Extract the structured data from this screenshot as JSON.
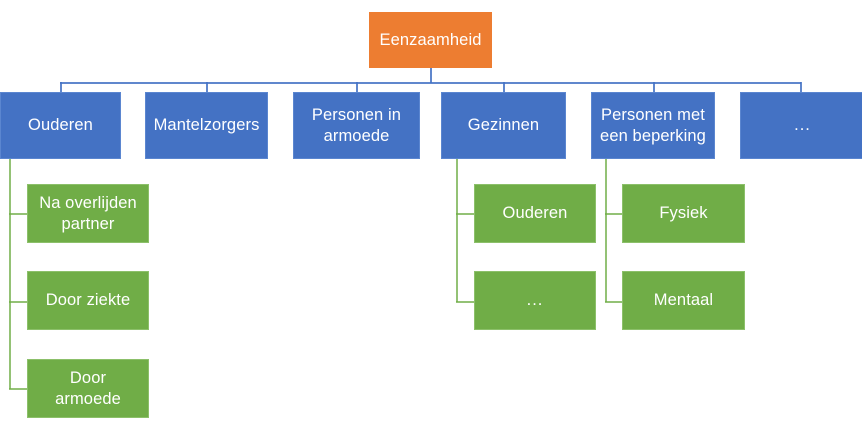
{
  "diagram": {
    "title": "Eenzaamheid hierarchy",
    "colors": {
      "root": "#ED7D31",
      "level1": "#4472C4",
      "level2": "#70AD47",
      "text": "#FFFFFF",
      "background": "#FFFFFF"
    },
    "root": {
      "label": "Eenzaamheid"
    },
    "level1": [
      {
        "id": "ouderen",
        "label": "Ouderen"
      },
      {
        "id": "mantelzorgers",
        "label": "Mantelzorgers"
      },
      {
        "id": "personen-in-armoede",
        "label": "Personen in\narmoede"
      },
      {
        "id": "gezinnen",
        "label": "Gezinnen"
      },
      {
        "id": "personen-met-een-beperking",
        "label": "Personen met\neen beperking"
      },
      {
        "id": "meer",
        "label": "..."
      }
    ],
    "level2": {
      "ouderen": [
        {
          "id": "na-overlijden-partner",
          "label": "Na overlijden\npartner"
        },
        {
          "id": "door-ziekte",
          "label": "Door ziekte"
        },
        {
          "id": "door-armoede",
          "label": "Door\narmoede"
        }
      ],
      "gezinnen": [
        {
          "id": "gezinnen-ouderen",
          "label": "Ouderen"
        },
        {
          "id": "gezinnen-meer",
          "label": "..."
        }
      ],
      "personen-met-een-beperking": [
        {
          "id": "fysiek",
          "label": "Fysiek"
        },
        {
          "id": "mentaal",
          "label": "Mentaal"
        }
      ]
    }
  }
}
